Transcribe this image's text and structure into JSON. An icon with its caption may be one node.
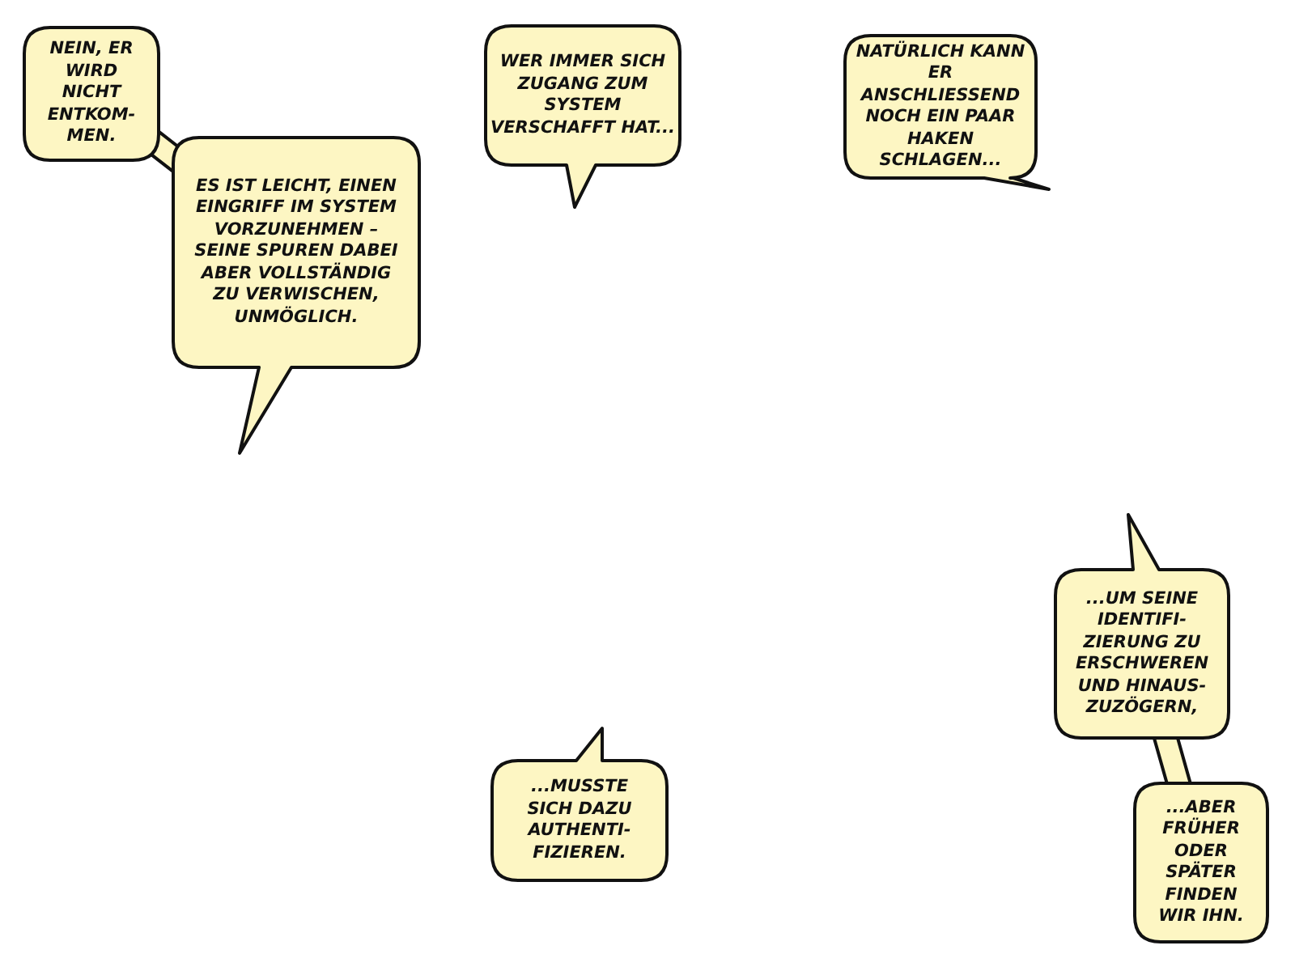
{
  "diagram": {
    "nodes": [
      {
        "text": [
          "NEIN, ER WIRD NICHT ENTKOM- MEN."
        ]
      },
      {
        "text": [
          "ES IST LEICHT, EINEN EINGRIFF IM SYSTEM VORZUNEHMEN – SEINE SPUREN DABEI ABER VOLLSTÄNDIG ZU VERWISCHEN, UNMÖGLICH."
        ]
      },
      {
        "text": [
          "WER IMMER SICH ZUGANG ZUM SYSTEM VERSCHAFFT HAT..."
        ]
      },
      {
        "text": [
          "NATÜRLICH KANN ER ANSCHLIESSEND NOCH EIN PAAR HAKEN SCHLAGEN..."
        ]
      },
      {
        "text": [
          "...UM SEINE IDENTIFI- ZIERUNG ZU ERSCHWEREN UND HINAUS- ZUZÖGERN,"
        ]
      },
      {
        "text": [
          "...MUSSTE SICH DAZU AUTHENTI- FIZIEREN."
        ]
      },
      {
        "text": [
          "...ABER FRÜHER ODER SPÄTER FINDEN WIR IHN."
        ]
      }
    ],
    "edges": [
      {
        "from": 0,
        "to": 1,
        "arrow": "none"
      },
      {
        "from": 4,
        "to": 6,
        "arrow": "none"
      }
    ]
  }
}
